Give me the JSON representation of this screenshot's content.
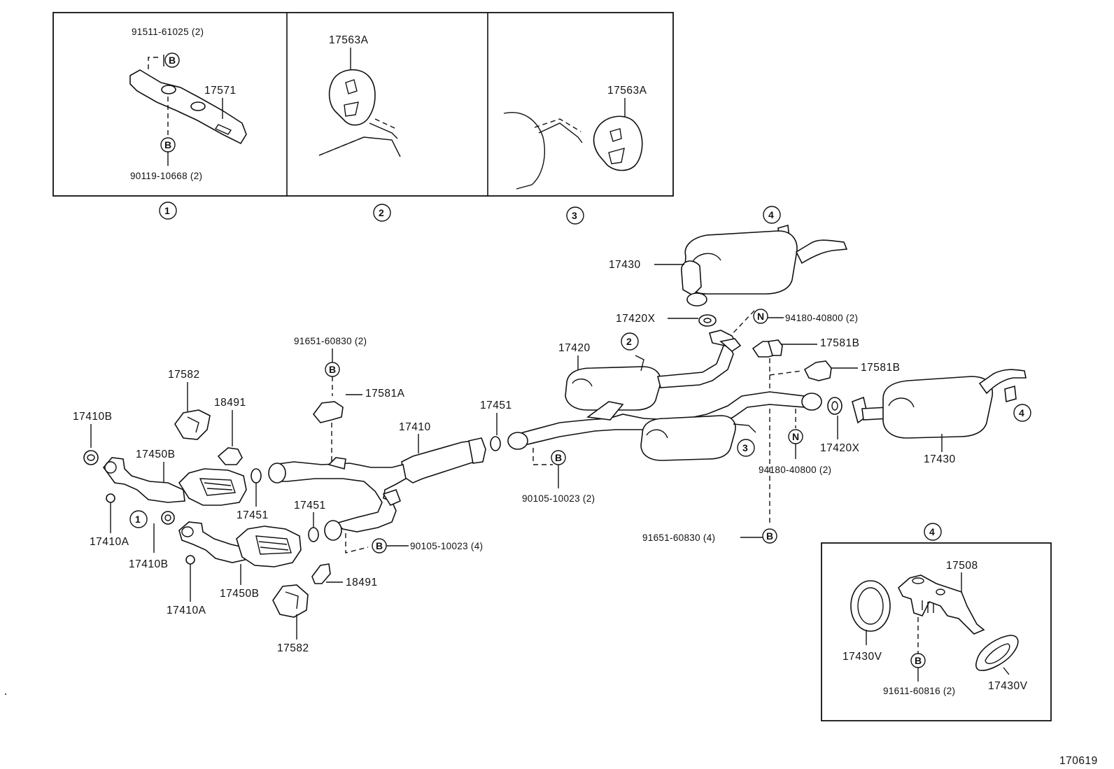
{
  "diagram_id": "170619",
  "callouts": {
    "c1": "1",
    "c2": "2",
    "c3": "3",
    "c4": "4",
    "b": "B",
    "n": "N"
  },
  "inset1": {
    "bolt_top": "91511-61025 (2)",
    "bracket": "17571",
    "bolt_bottom": "90119-10668 (2)"
  },
  "inset2": {
    "hanger": "17563A"
  },
  "inset3": {
    "hanger": "17563A"
  },
  "inset4": {
    "support": "17508",
    "cushion_left": "17430V",
    "cushion_right": "17430V",
    "bolt": "91611-60816 (2)"
  },
  "main": {
    "p17430_top": "17430",
    "p17420x_top": "17420X",
    "p94180_top": "94180-40800 (2)",
    "p17581b_1": "17581B",
    "p17581b_2": "17581B",
    "p17420": "17420",
    "p91651_top": "91651-60830 (2)",
    "p17581a": "17581A",
    "p17582_top": "17582",
    "p18491_top": "18491",
    "p17410b_top": "17410B",
    "p17450b_top": "17450B",
    "p17451_a": "17451",
    "p17451_b": "17451",
    "p17451_c": "17451",
    "p17410": "17410",
    "p17410a_top": "17410A",
    "p17410b_bot": "17410B",
    "p17450b_bot": "17450B",
    "p17410a_bot": "17410A",
    "p18491_bot": "18491",
    "p17582_bot": "17582",
    "p90105_bot": "90105-10023 (4)",
    "p90105_mid": "90105-10023 (2)",
    "p94180_bot": "94180-40800 (2)",
    "p17420x_bot": "17420X",
    "p17430_bot": "17430",
    "p91651_bot": "91651-60830 (4)"
  }
}
